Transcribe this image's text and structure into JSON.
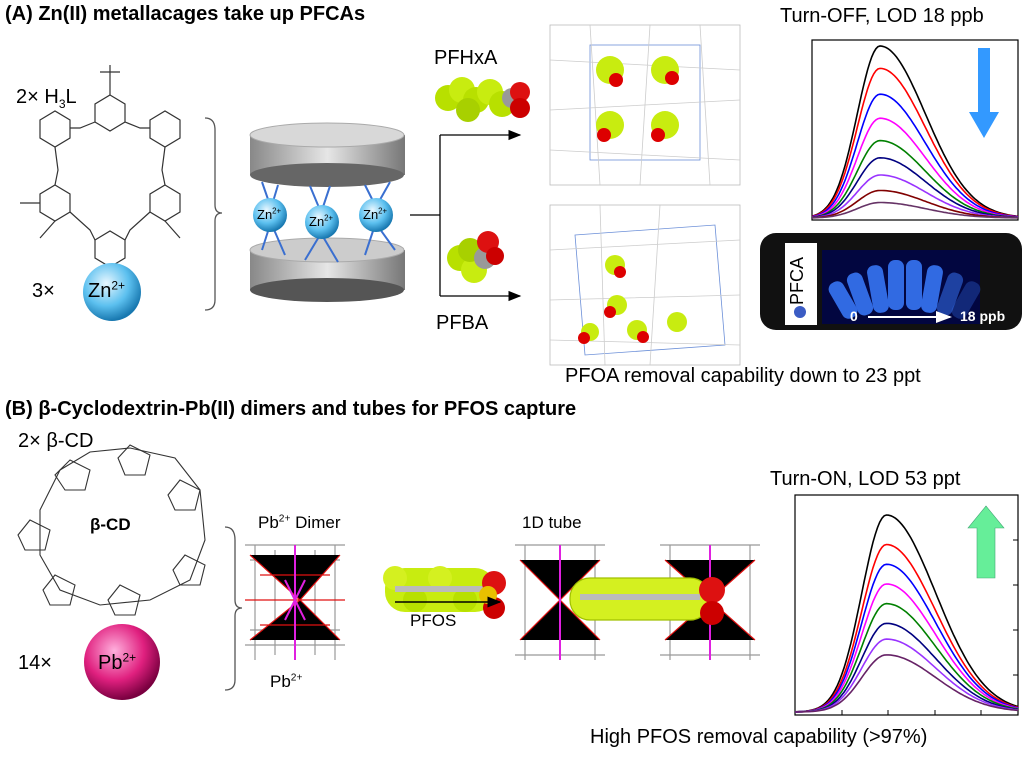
{
  "panel_a": {
    "title": "(A) Zn(II) metallacages take up PFCAs",
    "ligand_prefix": "2× H",
    "ligand_sub": "3",
    "ligand_suffix": "L",
    "metal_prefix": "3×",
    "metal_symbol": "Zn",
    "metal_charge": "2+",
    "cage_ion": "Zn",
    "cage_ion_charge": "2+",
    "guest_top": "PFHxA",
    "guest_bottom": "PFBA",
    "sensing_title": "Turn-OFF, LOD 18 ppb",
    "phone_label": "PFCA",
    "phone_range_start": "0",
    "phone_range_end": "18 ppb",
    "removal_text": "PFOA removal capability down to 23 ppt",
    "spectra_relative_intensity": [
      1.0,
      0.87,
      0.72,
      0.58,
      0.45,
      0.35,
      0.25,
      0.16,
      0.09
    ],
    "spectra_colors": [
      "#000000",
      "#ff0000",
      "#0000ff",
      "#ff00ff",
      "#008000",
      "#000080",
      "#9933ff",
      "#800000",
      "#663366"
    ],
    "arrow_color": "#3399ff"
  },
  "panel_b": {
    "title": "(B) β-Cyclodextrin-Pb(II) dimers and tubes for PFOS capture",
    "host_label": "2× β-CD",
    "host_center_label": "β-CD",
    "metal_prefix": "14×",
    "metal_symbol": "Pb",
    "metal_charge": "2+",
    "dimer_label": "Pb",
    "dimer_label_charge": "2+",
    "dimer_label_suffix": " Dimer",
    "dimer_bottom_label": "Pb",
    "dimer_bottom_charge": "2+",
    "guest": "PFOS",
    "tube_label": "1D tube",
    "sensing_title": "Turn-ON, LOD 53 ppt",
    "removal_text": "High PFOS removal capability (>97%)",
    "spectra_relative_intensity": [
      1.0,
      0.85,
      0.75,
      0.65,
      0.55,
      0.45,
      0.37,
      0.29
    ],
    "spectra_colors": [
      "#000000",
      "#ff0000",
      "#0000ff",
      "#ff00ff",
      "#008000",
      "#000080",
      "#9933ff",
      "#662266"
    ],
    "arrow_color": "#66ee99"
  }
}
